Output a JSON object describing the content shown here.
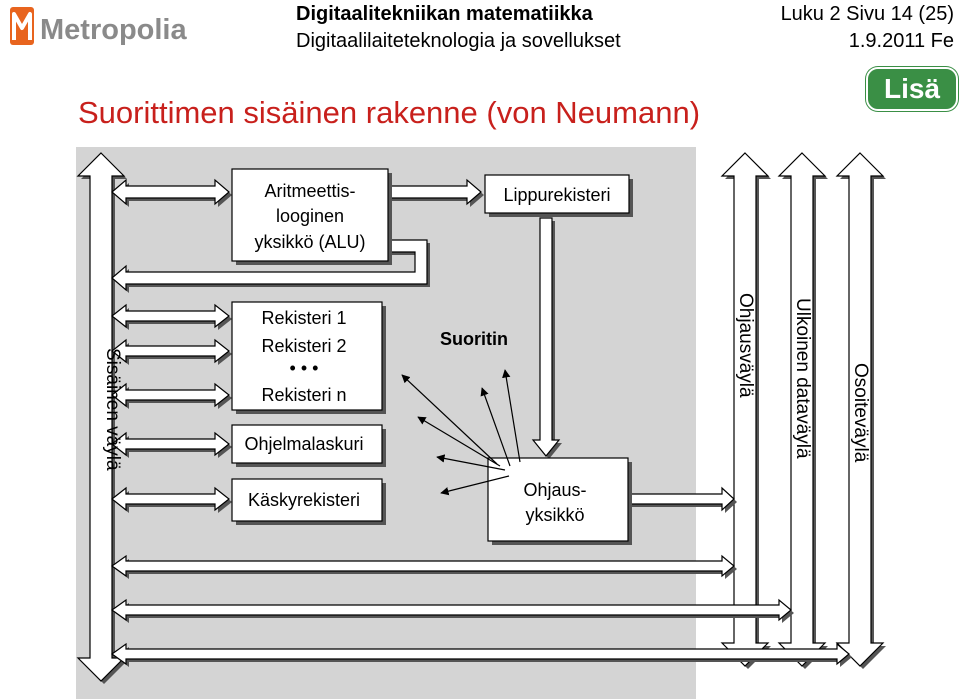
{
  "header": {
    "logo_text": "Metropolia",
    "title_line1": "Digitaalitekniikan matematiikka",
    "title_line2": "Digitaalilaiteteknologia ja sovellukset",
    "page_info": "Luku 2  Sivu 14 (25)",
    "date": "1.9.2011 Fe"
  },
  "lisa_button": "Lisä",
  "slide_title": "Suorittimen sisäinen rakenne (von Neumann)",
  "diagram": {
    "alu": [
      "Aritmeettis-",
      "looginen",
      "yksikkö (ALU)"
    ],
    "flags": "Lippurekisteri",
    "registers": [
      "Rekisteri 1",
      "Rekisteri 2",
      "• • •",
      "Rekisteri n"
    ],
    "program_counter": "Ohjelmalaskuri",
    "instruction_register": "Käskyrekisteri",
    "processor": "Suoritin",
    "control_unit": [
      "Ohjaus-",
      "yksikkö"
    ],
    "internal_bus": "Sisäinen väylä",
    "control_bus": "Ohjausväylä",
    "data_bus": "Ulkoinen dataväylä",
    "address_bus": "Osoiteväylä"
  },
  "colors": {
    "accent_red": "#c8201c",
    "brand_orange": "#e8641e",
    "lisa_green": "#3a8f45",
    "panel_gray": "#d4d4d4"
  }
}
